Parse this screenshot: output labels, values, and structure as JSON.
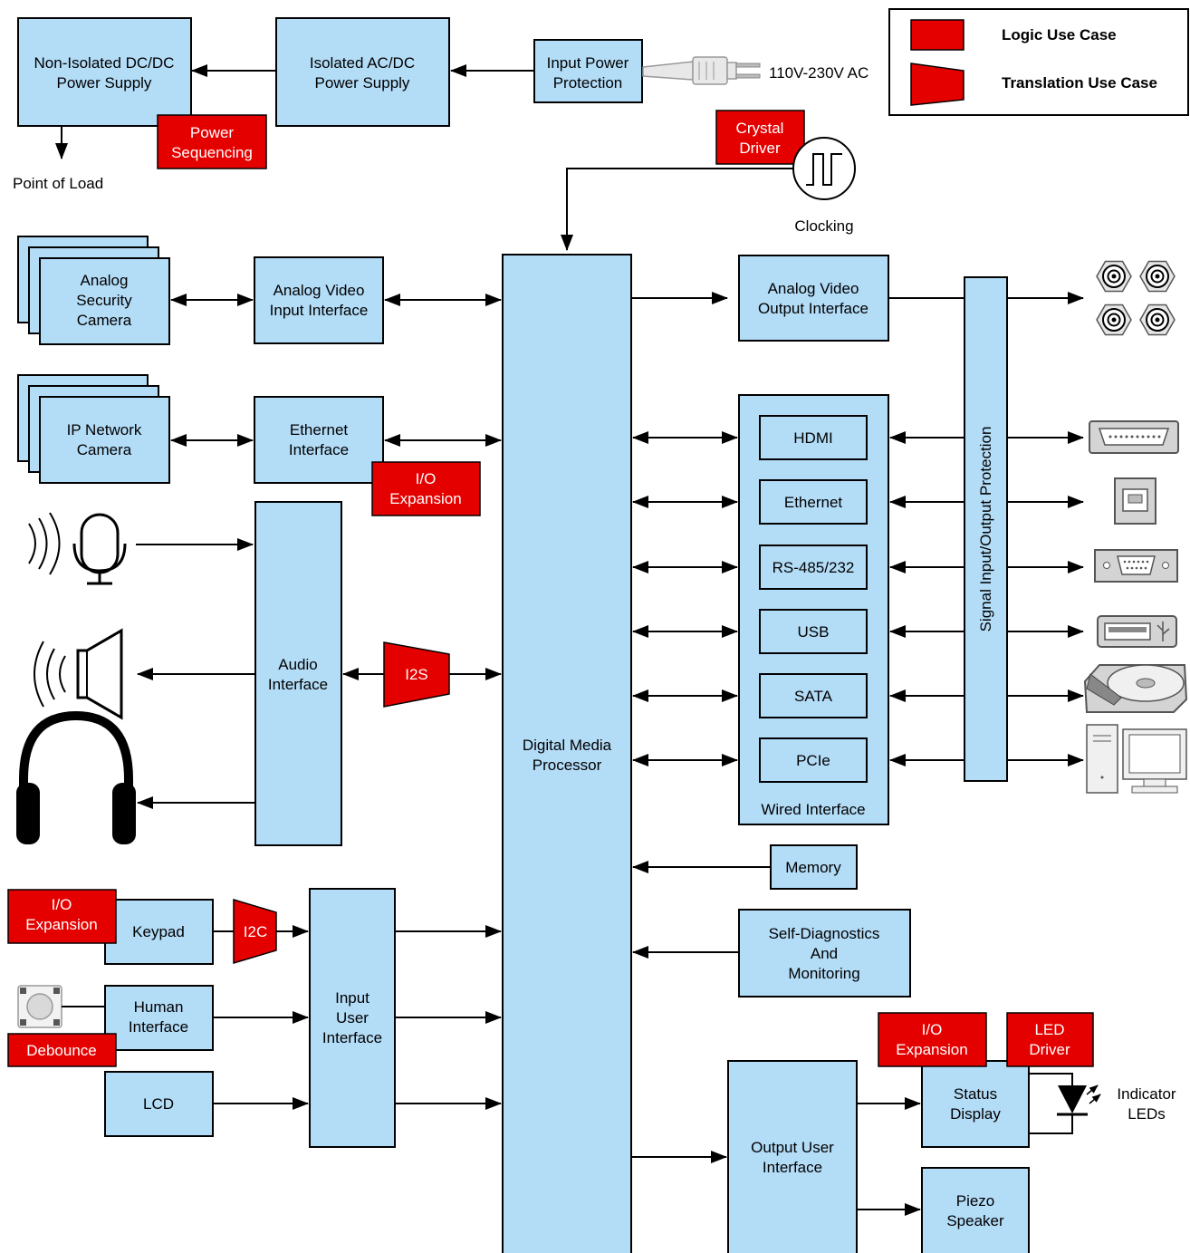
{
  "legend": {
    "logic": "Logic Use Case",
    "translation": "Translation Use Case"
  },
  "power": {
    "non_isolated": [
      "Non-Isolated DC/DC",
      "Power Supply"
    ],
    "isolated": [
      "Isolated AC/DC",
      "Power Supply"
    ],
    "input_protection": [
      "Input Power",
      "Protection"
    ],
    "ac_label": "110V-230V AC",
    "sequencing": [
      "Power",
      "Sequencing"
    ],
    "point_of_load": "Point of Load"
  },
  "clock": {
    "crystal_driver": [
      "Crystal",
      "Driver"
    ],
    "label": "Clocking"
  },
  "left": {
    "analog_camera": [
      "Analog",
      "Security",
      "Camera"
    ],
    "analog_video_in": [
      "Analog Video",
      "Input Interface"
    ],
    "ip_camera": [
      "IP Network",
      "Camera"
    ],
    "ethernet_interface": [
      "Ethernet",
      "Interface"
    ],
    "io_expansion": [
      "I/O",
      "Expansion"
    ],
    "audio_interface": [
      "Audio",
      "Interface"
    ],
    "i2s": "I2S",
    "keypad_io": [
      "I/O",
      "Expansion"
    ],
    "keypad": "Keypad",
    "i2c": "I2C",
    "human_interface": [
      "Human",
      "Interface"
    ],
    "debounce": "Debounce",
    "lcd": "LCD",
    "input_user_interface": [
      "Input",
      "User",
      "Interface"
    ]
  },
  "center": {
    "processor": [
      "Digital Media",
      "Processor"
    ]
  },
  "right": {
    "analog_video_out": [
      "Analog Video",
      "Output Interface"
    ],
    "wired_items": [
      "HDMI",
      "Ethernet",
      "RS-485/232",
      "USB",
      "SATA",
      "PCIe"
    ],
    "wired_label": "Wired Interface",
    "protection": "Signal Input/Output Protection",
    "memory": "Memory",
    "self_diag": [
      "Self-Diagnostics",
      "And",
      "Monitoring"
    ],
    "output_user_interface": [
      "Output User",
      "Interface"
    ],
    "status_io": [
      "I/O",
      "Expansion"
    ],
    "led_driver": [
      "LED",
      "Driver"
    ],
    "status_display": [
      "Status",
      "Display"
    ],
    "indicator": [
      "Indicator",
      "LEDs"
    ],
    "piezo": [
      "Piezo",
      "Speaker"
    ]
  },
  "colors": {
    "block": "#b3dcf7",
    "logic": "#e50000",
    "line": "#000000"
  }
}
